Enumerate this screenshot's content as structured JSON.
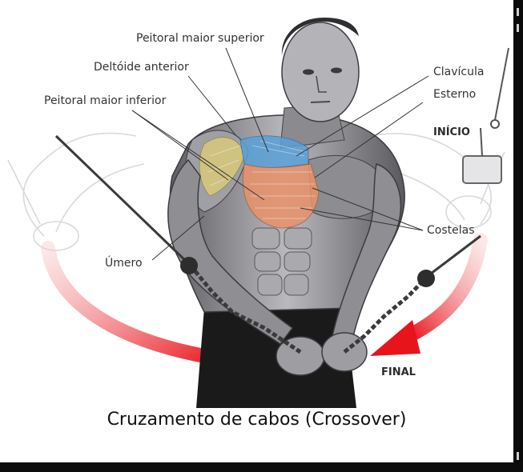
{
  "labels": {
    "peitoral_superior": "Peitoral maior superior",
    "deltoide": "Deltóide anterior",
    "peitoral_inferior": "Peitoral maior inferior",
    "umero": "Úmero",
    "clavicula": "Clavícula",
    "esterno": "Esterno",
    "costelas": "Costelas",
    "inicio": "INÍCIO",
    "final": "FINAL"
  },
  "caption": "Cruzamento de cabos (Crossover)",
  "colors": {
    "arrow_red": "#e8141b",
    "arrow_pink": "#f3a6a8",
    "skin_dark": "#6b6b6f",
    "skin_mid": "#9b9ba0",
    "skin_light": "#cfd0d4",
    "muscle_orange": "#e9926a",
    "muscle_blue": "#5aa0d8",
    "muscle_yellow": "#d9c97a",
    "leader_line": "#333333"
  },
  "icons": {
    "start_cable": "cable-pulley-icon",
    "end_arrow": "curved-arrow-icon"
  }
}
